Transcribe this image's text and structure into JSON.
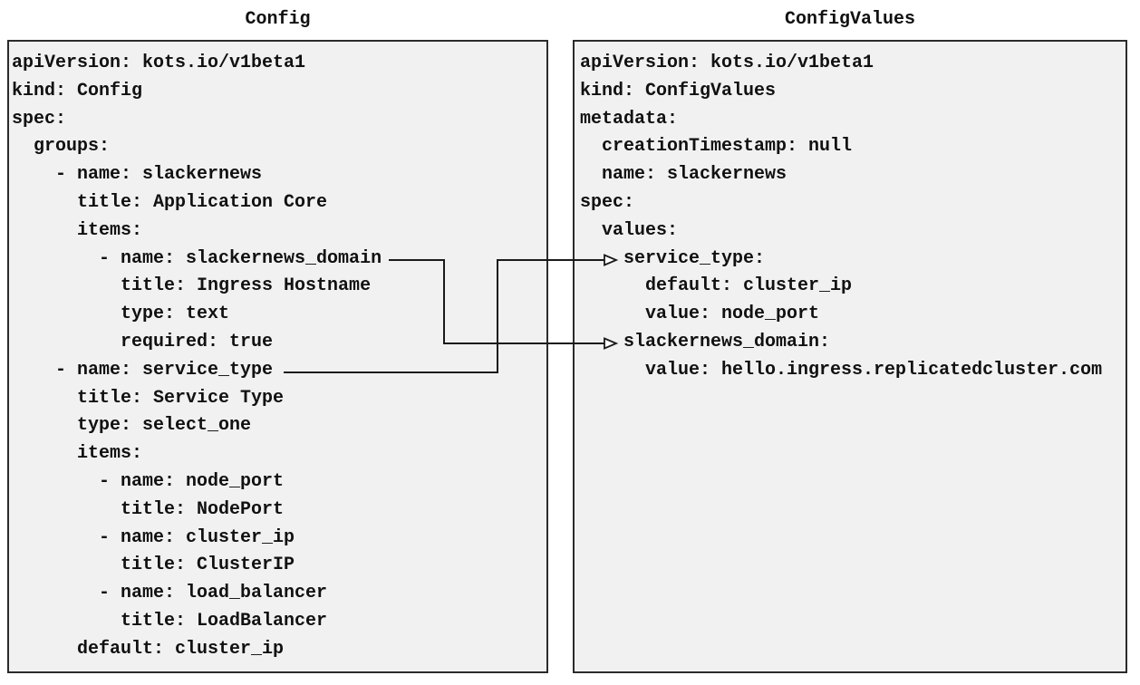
{
  "colors": {
    "page_background": "#ffffff",
    "box_fill": "#f1f1f2",
    "box_border": "#2b2b2b",
    "text": "#111111",
    "connector": "#1a1a1a"
  },
  "config_panel": {
    "title": "Config",
    "yaml_lines": [
      "apiVersion: kots.io/v1beta1",
      "kind: Config",
      "spec:",
      "  groups:",
      "    - name: slackernews",
      "      title: Application Core",
      "      items:",
      "        - name: slackernews_domain",
      "          title: Ingress Hostname",
      "          type: text",
      "          required: true",
      "    - name: service_type",
      "      title: Service Type",
      "      type: select_one",
      "      items:",
      "        - name: node_port",
      "          title: NodePort",
      "        - name: cluster_ip",
      "          title: ClusterIP",
      "        - name: load_balancer",
      "          title: LoadBalancer",
      "      default: cluster_ip"
    ]
  },
  "configvalues_panel": {
    "title": "ConfigValues",
    "yaml_lines": [
      "apiVersion: kots.io/v1beta1",
      "kind: ConfigValues",
      "metadata:",
      "  creationTimestamp: null",
      "  name: slackernews",
      "spec:",
      "  values:",
      "    service_type:",
      "      default: cluster_ip",
      "      value: node_port",
      "    slackernews_domain:",
      "      value: hello.ingress.replicatedcluster.com"
    ]
  },
  "connectors": [
    {
      "from": "Config item slackernews_domain",
      "to": "ConfigValues key slackernews_domain"
    },
    {
      "from": "Config item service_type",
      "to": "ConfigValues key service_type"
    }
  ]
}
